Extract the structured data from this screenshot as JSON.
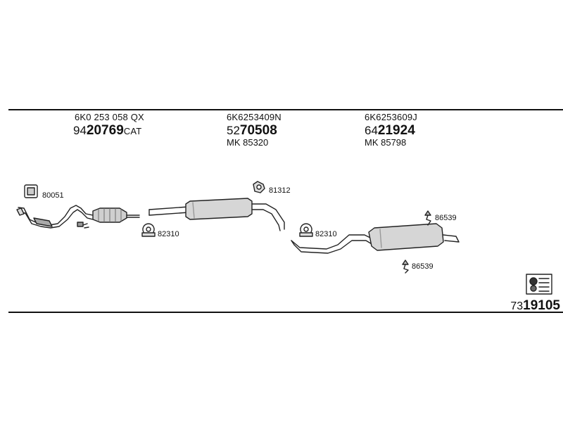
{
  "header": {
    "groups": [
      {
        "part_code": "6K0 253 058 QX",
        "ref_prefix": "94",
        "ref_main": "20769",
        "ref_suffix": "CAT",
        "mk": ""
      },
      {
        "part_code": "6K6253409N",
        "ref_prefix": "52",
        "ref_main": "70508",
        "ref_suffix": "",
        "mk": "MK  85320"
      },
      {
        "part_code": "6K6253609J",
        "ref_prefix": "64",
        "ref_main": "21924",
        "ref_suffix": "",
        "mk": "MK  85798"
      }
    ]
  },
  "parts": {
    "gasket_front": "80051",
    "clamp_front": "82310",
    "hanger_mid": "81312",
    "clamp_rear": "82310",
    "rubber_top": "86539",
    "rubber_bottom": "86539"
  },
  "footer": {
    "ref_prefix": "73",
    "ref_main": "19105",
    "icon": "assembly-kit-icon"
  }
}
